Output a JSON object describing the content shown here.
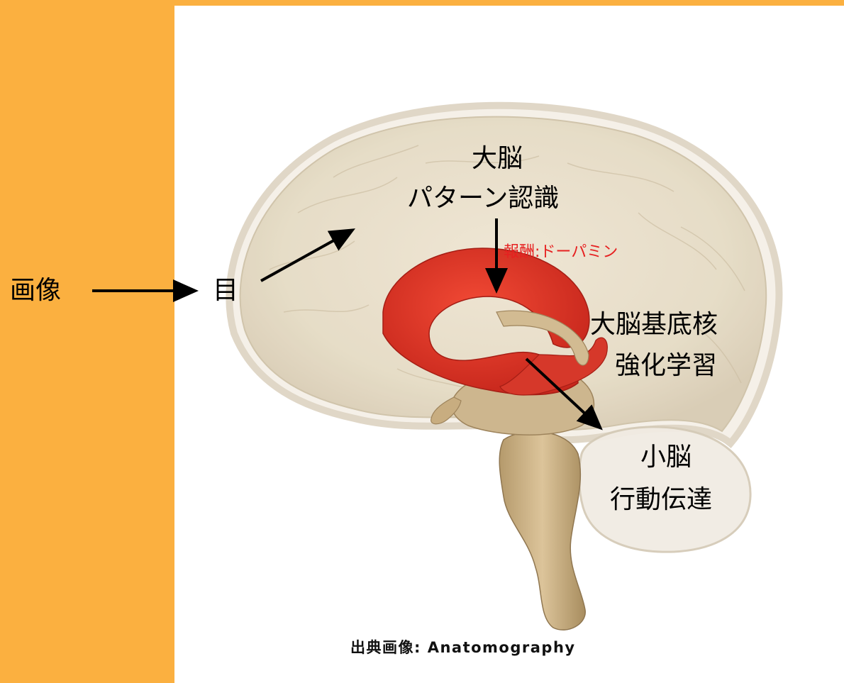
{
  "input_label": "画像",
  "eye_label": "目",
  "cerebrum": {
    "name": "大脳",
    "function": "パターン認識"
  },
  "reward_label": "報酬:ドーパミン",
  "basal_ganglia": {
    "name": "大脳基底核",
    "function": "強化学習"
  },
  "cerebellum": {
    "name": "小脳",
    "function": "行動伝達"
  },
  "source_credit": "出典画像: Anatomography",
  "colors": {
    "panel": "#fbb040",
    "highlight": "#e63a2a",
    "brain_tissue": "#ece2cf",
    "brainstem": "#c9b084",
    "reward_text": "#e62020"
  }
}
